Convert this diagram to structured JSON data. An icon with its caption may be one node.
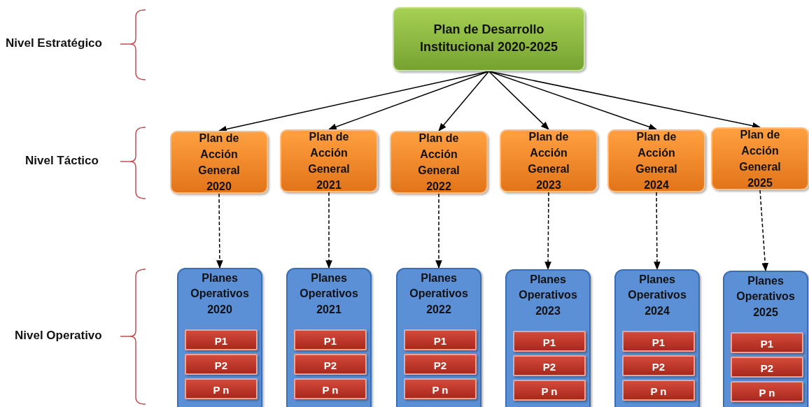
{
  "diagram": {
    "nodes": [
      {
        "text": [
          "Plan de Desarrollo Institucional 2020-2025"
        ]
      },
      {
        "text": [
          "Plan de Acción General 2020"
        ]
      },
      {
        "text": [
          "Plan de Acción General 2021"
        ]
      },
      {
        "text": [
          "Plan de Acción General 2022"
        ]
      },
      {
        "text": [
          "Plan de Acción General 2023"
        ]
      },
      {
        "text": [
          "Plan de Acción General 2024"
        ]
      },
      {
        "text": [
          "Plan de Acción General 2025"
        ]
      },
      {
        "text": [
          "Planes Operativos 2020"
        ]
      },
      {
        "text": [
          "P1"
        ],
        "in": 7
      },
      {
        "text": [
          "P2"
        ],
        "in": 7
      },
      {
        "text": [
          "P n"
        ],
        "in": 7
      },
      {
        "text": [
          "Planes Operativos 2021"
        ]
      },
      {
        "text": [
          "P1"
        ],
        "in": 11
      },
      {
        "text": [
          "P2"
        ],
        "in": 11
      },
      {
        "text": [
          "P n"
        ],
        "in": 11
      },
      {
        "text": [
          "Planes Operativos 2022"
        ]
      },
      {
        "text": [
          "P1"
        ],
        "in": 15
      },
      {
        "text": [
          "P2"
        ],
        "in": 15
      },
      {
        "text": [
          "P n"
        ],
        "in": 15
      },
      {
        "text": [
          "Planes Operativos 2023"
        ]
      },
      {
        "text": [
          "P1"
        ],
        "in": 19
      },
      {
        "text": [
          "P2"
        ],
        "in": 19
      },
      {
        "text": [
          "P n"
        ],
        "in": 19
      },
      {
        "text": [
          "Planes Operativos 2024"
        ]
      },
      {
        "text": [
          "P1"
        ],
        "in": 23
      },
      {
        "text": [
          "P2"
        ],
        "in": 23
      },
      {
        "text": [
          "P n"
        ],
        "in": 23
      },
      {
        "text": [
          "Planes Operativos 2025"
        ]
      },
      {
        "text": [
          "P1"
        ],
        "in": 27
      },
      {
        "text": [
          "P2"
        ],
        "in": 27
      },
      {
        "text": [
          "P n"
        ],
        "in": 27
      }
    ],
    "edges": [
      {
        "from": 0,
        "to": 1,
        "arrow": "to"
      },
      {
        "from": 0,
        "to": 2,
        "arrow": "to"
      },
      {
        "from": 0,
        "to": 3,
        "arrow": "to"
      },
      {
        "from": 0,
        "to": 4,
        "arrow": "to"
      },
      {
        "from": 0,
        "to": 5,
        "arrow": "to"
      },
      {
        "from": 0,
        "to": 6,
        "arrow": "to"
      },
      {
        "from": 1,
        "to": 7,
        "arrow": "to",
        "style": "dashed"
      },
      {
        "from": 2,
        "to": 11,
        "arrow": "to",
        "style": "dashed"
      },
      {
        "from": 3,
        "to": 15,
        "arrow": "to",
        "style": "dashed"
      },
      {
        "from": 4,
        "to": 19,
        "arrow": "to",
        "style": "dashed"
      },
      {
        "from": 5,
        "to": 23,
        "arrow": "to",
        "style": "dashed"
      },
      {
        "from": 6,
        "to": 27,
        "arrow": "to",
        "style": "dashed"
      }
    ],
    "labels": [
      "Nivel Estratégico",
      "Nivel Táctico",
      "Nivel Operativo"
    ]
  }
}
